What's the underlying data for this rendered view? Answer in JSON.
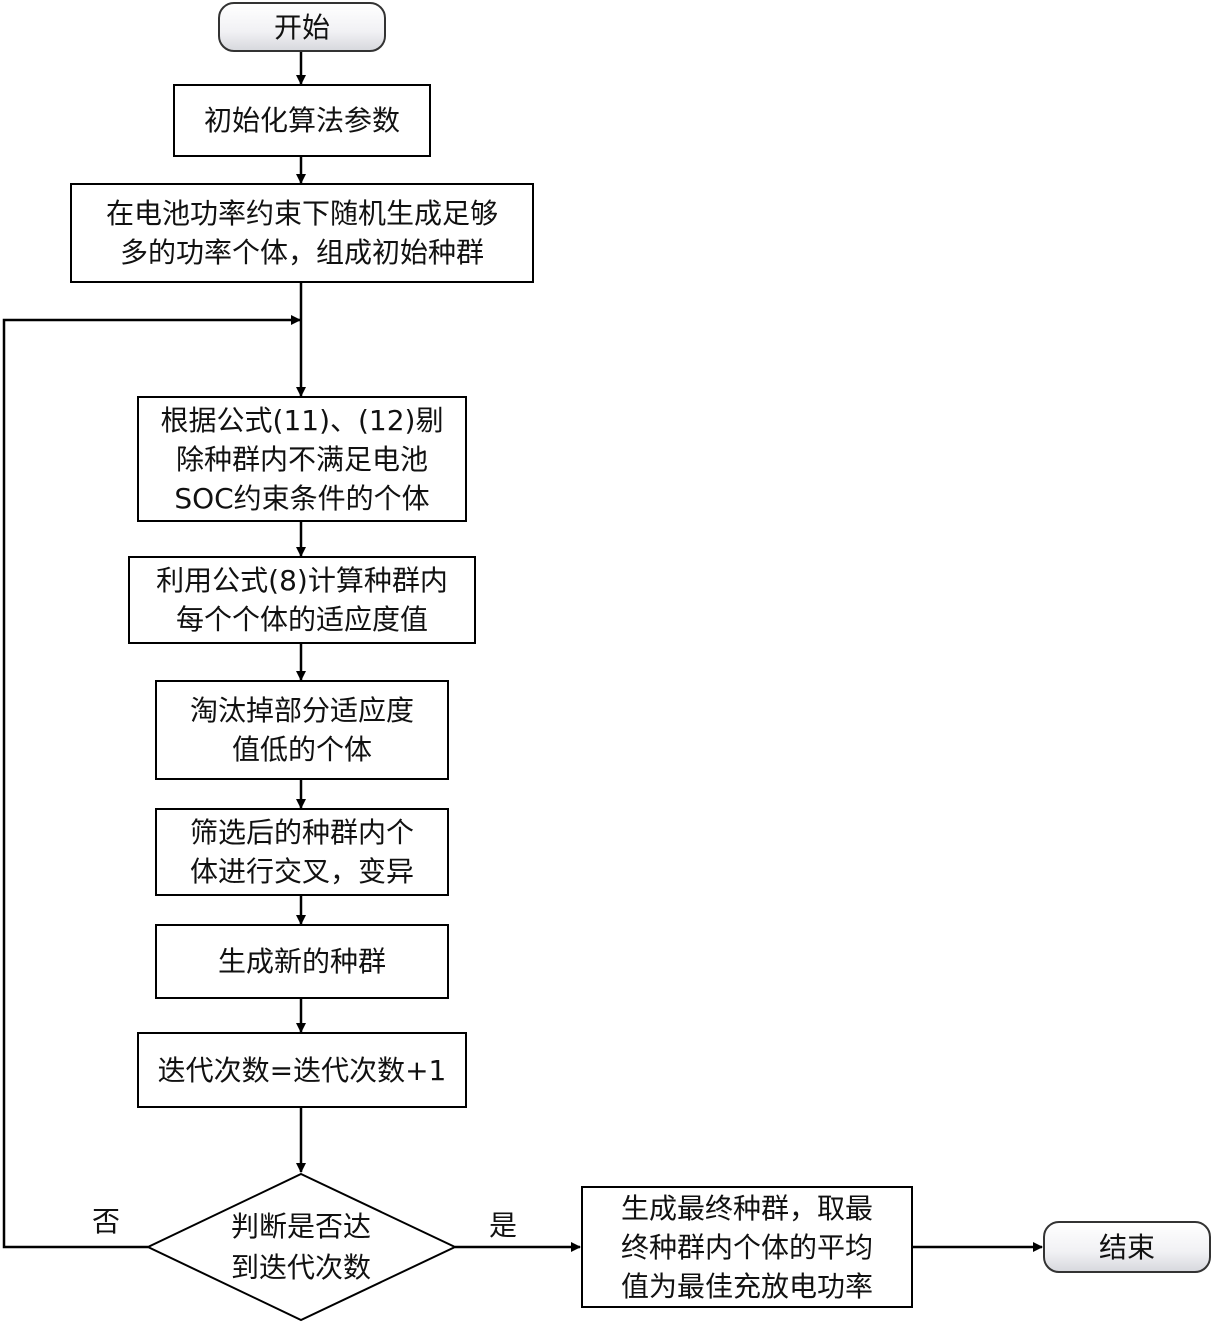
{
  "diagram": {
    "start": "开始",
    "init_params": "初始化算法参数",
    "gen_population": [
      "在电池功率约束下随机生成足够",
      "多的功率个体，组成初始种群"
    ],
    "remove_invalid": [
      "根据公式(11)、(12)剔",
      "除种群内不满足电池",
      "SOC约束条件的个体"
    ],
    "compute_fitness": [
      "利用公式(8)计算种群内",
      "每个个体的适应度值"
    ],
    "eliminate_low": [
      "淘汰掉部分适应度",
      "值低的个体"
    ],
    "crossover_mutation": [
      "筛选后的种群内个",
      "体进行交叉，变异"
    ],
    "new_population": "生成新的种群",
    "iteration_increment": "迭代次数=迭代次数+1",
    "decision": [
      "判断是否达",
      "到迭代次数"
    ],
    "label_no": "否",
    "label_yes": "是",
    "final_output": [
      "生成最终种群，取最",
      "终种群内个体的平均",
      "值为最佳充放电功率"
    ],
    "end": "结束"
  }
}
